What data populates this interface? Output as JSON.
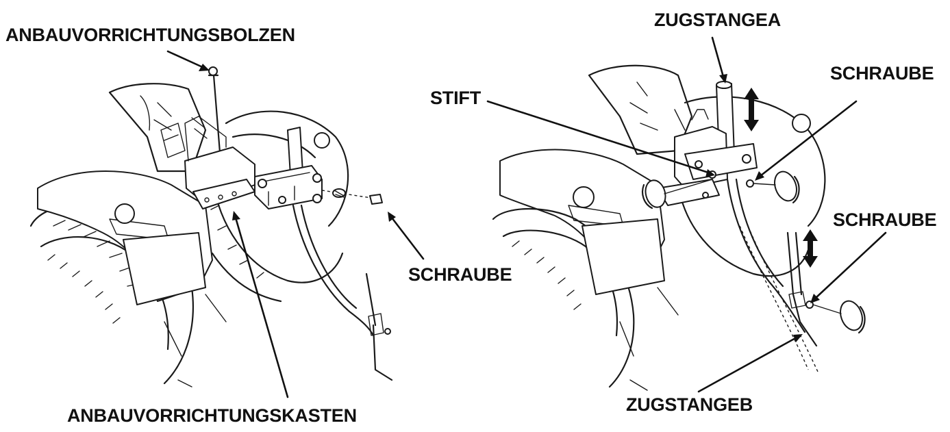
{
  "left_figure": {
    "labels": {
      "attachment_bolt": "ANBAUVORRICHTUNGSBOLZEN",
      "screw": "SCHRAUBE",
      "attachment_box": "ANBAUVORRICHTUNGSKASTEN"
    }
  },
  "right_figure": {
    "labels": {
      "drawbar_a": "ZUGSTANGEA",
      "pin": "STIFT",
      "screw_upper": "SCHRAUBE",
      "screw_lower": "SCHRAUBE",
      "drawbar_b": "ZUGSTANGEB"
    }
  }
}
